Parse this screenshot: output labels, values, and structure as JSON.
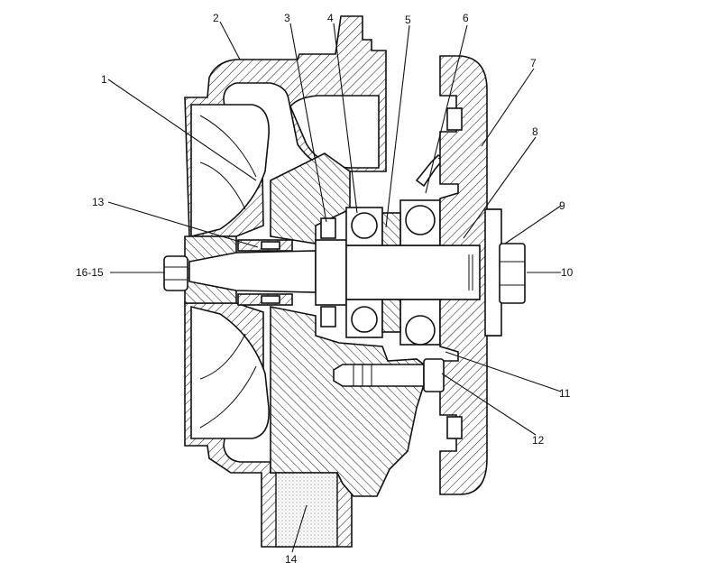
{
  "callouts": [
    {
      "id": "1",
      "text": "1"
    },
    {
      "id": "2",
      "text": "2"
    },
    {
      "id": "3",
      "text": "3"
    },
    {
      "id": "4",
      "text": "4"
    },
    {
      "id": "5",
      "text": "5"
    },
    {
      "id": "6",
      "text": "6"
    },
    {
      "id": "7",
      "text": "7"
    },
    {
      "id": "8",
      "text": "8"
    },
    {
      "id": "9",
      "text": "9"
    },
    {
      "id": "10",
      "text": "10"
    },
    {
      "id": "11",
      "text": "11"
    },
    {
      "id": "12",
      "text": "12"
    },
    {
      "id": "13",
      "text": "13"
    },
    {
      "id": "14",
      "text": "14"
    },
    {
      "id": "16-15",
      "text": "16-15"
    }
  ]
}
